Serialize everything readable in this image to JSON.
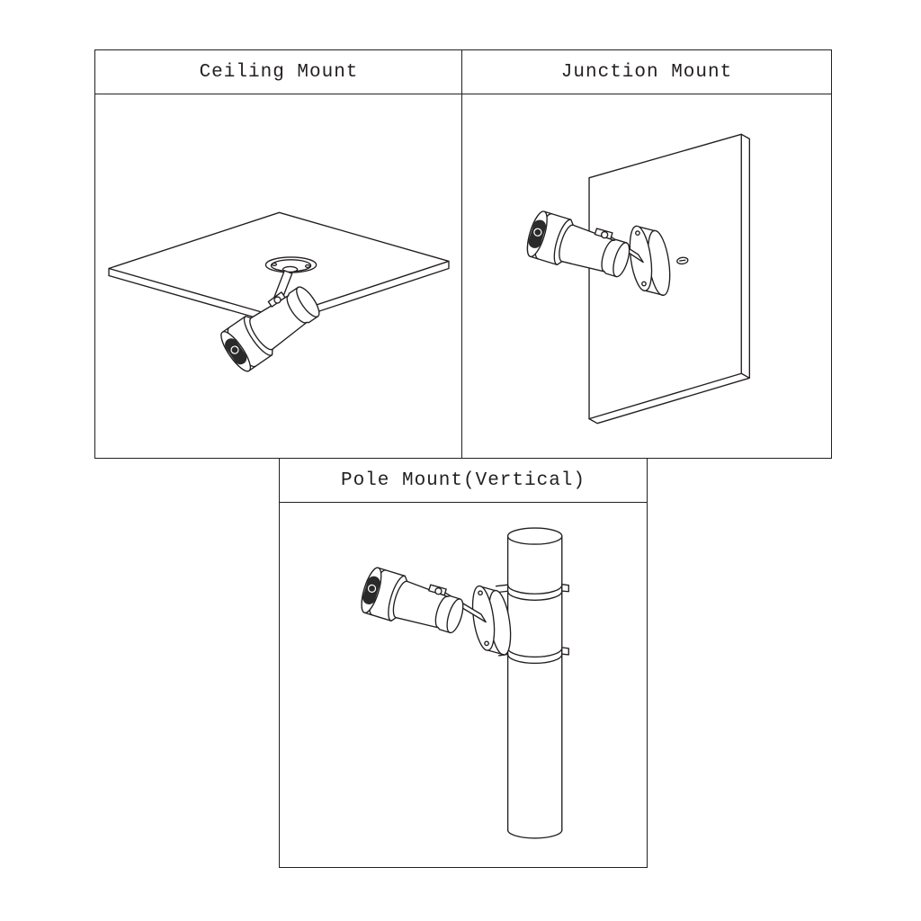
{
  "page": {
    "background": "#ffffff",
    "line_color": "#231f20",
    "lens_color": "#2a2a2a"
  },
  "panels": [
    {
      "title": "Ceiling Mount"
    },
    {
      "title": "Junction Mount"
    },
    {
      "title": "Pole Mount(Vertical)"
    }
  ]
}
